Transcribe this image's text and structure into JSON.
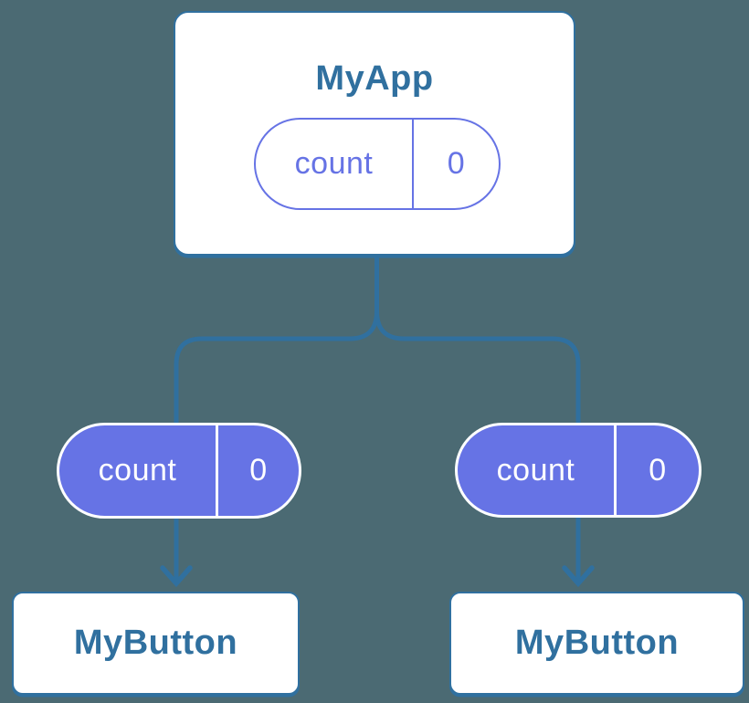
{
  "colors": {
    "background": "#4b6a73",
    "blue": "#30709f",
    "purple": "#6673e5",
    "white": "#ffffff"
  },
  "diagram": {
    "root": {
      "title": "MyApp",
      "state": {
        "label": "count",
        "value": "0"
      }
    },
    "children": [
      {
        "title": "MyButton",
        "prop": {
          "label": "count",
          "value": "0"
        }
      },
      {
        "title": "MyButton",
        "prop": {
          "label": "count",
          "value": "0"
        }
      }
    ]
  }
}
